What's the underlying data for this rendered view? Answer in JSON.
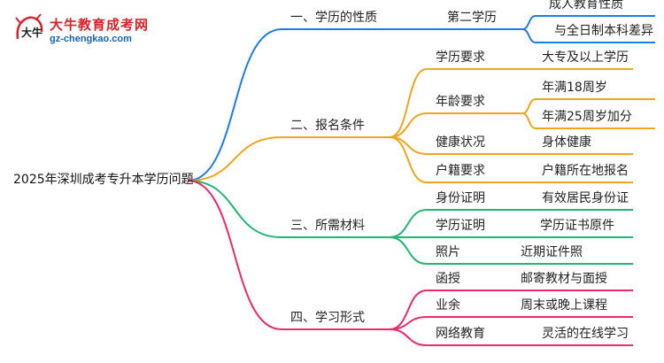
{
  "logo": {
    "title": "大牛教育成考网",
    "url": "gz-chengkao.com",
    "emblem_text": "大牛"
  },
  "mindmap": {
    "root": "2025年深圳成考专升本学历问题",
    "branches": [
      {
        "label": "一、学历的性质",
        "color": "#1f7be6",
        "children": [
          {
            "label": "第二学历",
            "children": [
              "成人教育性质",
              "与全日制本科差异"
            ]
          }
        ]
      },
      {
        "label": "二、报名条件",
        "color": "#f0a51e",
        "children": [
          {
            "label": "学历要求",
            "children": [
              "大专及以上学历"
            ]
          },
          {
            "label": "年龄要求",
            "children": [
              "年满18周岁",
              "年满25周岁加分"
            ]
          },
          {
            "label": "健康状况",
            "children": [
              "身体健康"
            ]
          },
          {
            "label": "户籍要求",
            "children": [
              "户籍所在地报名"
            ]
          }
        ]
      },
      {
        "label": "三、所需材料",
        "color": "#22b573",
        "children": [
          {
            "label": "身份证明",
            "children": [
              "有效居民身份证"
            ]
          },
          {
            "label": "学历证明",
            "children": [
              "学历证书原件"
            ]
          },
          {
            "label": "照片",
            "children": [
              "近期证件照"
            ]
          }
        ]
      },
      {
        "label": "四、学习形式",
        "color": "#ea2a6b",
        "children": [
          {
            "label": "函授",
            "children": [
              "邮寄教材与面授"
            ]
          },
          {
            "label": "业余",
            "children": [
              "周末或晚上课程"
            ]
          },
          {
            "label": "网络教育",
            "children": [
              "灵活的在线学习"
            ]
          }
        ]
      }
    ]
  }
}
